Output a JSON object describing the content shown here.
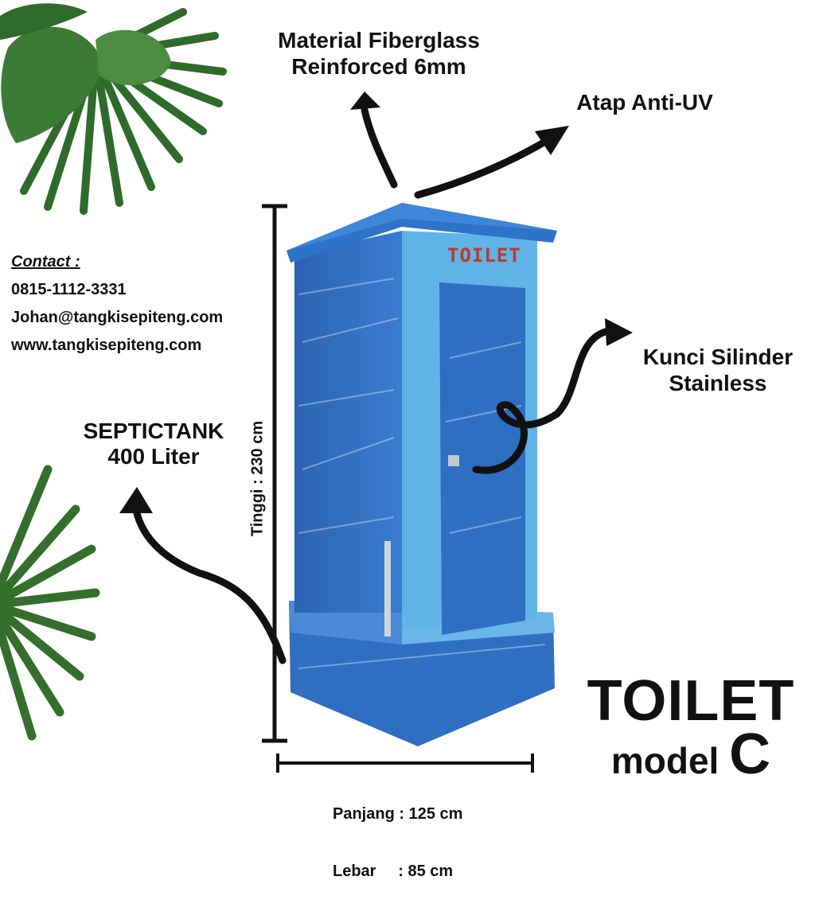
{
  "labels": {
    "material": [
      "Material Fiberglass",
      "Reinforced 6mm"
    ],
    "atap": "Atap Anti-UV",
    "kunci": [
      "Kunci Silinder",
      "Stainless"
    ],
    "septic": [
      "SEPTICTANK",
      "400 Liter"
    ]
  },
  "contact": {
    "heading": "Contact :",
    "phone": "0815-1112-3331",
    "email": "Johan@tangkisepiteng.com",
    "website": "www.tangkisepiteng.com"
  },
  "dimensions": {
    "height": "Tinggi : 230 cm",
    "length": "Panjang : 125 cm",
    "width": "Lebar     : 85 cm"
  },
  "product": {
    "sign": "TOILET",
    "title_main": "TOILET",
    "title_model": "model ",
    "title_letter": "C"
  },
  "colors": {
    "toilet_body": "#2f6fc2",
    "toilet_trim": "#5fb3e6",
    "sign_text": "#c0392b",
    "leaf": "#3f7f3a"
  }
}
